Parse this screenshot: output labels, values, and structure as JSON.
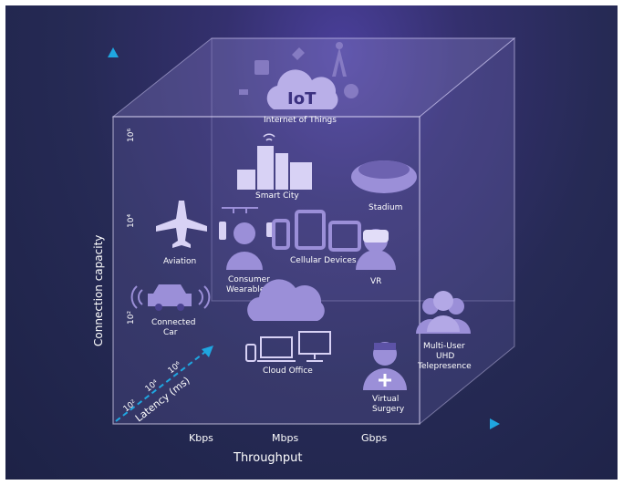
{
  "title": {
    "badge": "IoT",
    "subtitle": "Internet of  Things"
  },
  "axes": {
    "y_label": "Connection capacity",
    "y_ticks": [
      "10⁶",
      "10⁴",
      "10²"
    ],
    "x_label": "Throughput",
    "x_ticks": [
      "Kbps",
      "Mbps",
      "Gbps"
    ],
    "z_label": "Latency (ms)",
    "z_ticks": [
      "10²",
      "10⁴",
      "10⁶"
    ]
  },
  "items": {
    "smart_city": "Smart City",
    "stadium": "Stadium",
    "aviation": "Aviation",
    "consumer_wearables": [
      "Consumer",
      "Wearables"
    ],
    "cellular_devices": "Cellular Devices",
    "vr": "VR",
    "connected_car": [
      "Connected",
      "Car"
    ],
    "cloud_office": "Cloud Office",
    "virtual_surgery": [
      "Virtual",
      "Surgery"
    ],
    "telepresence": [
      "Multi-User",
      "UHD",
      "Telepresence"
    ]
  },
  "colors": {
    "accent": "#1fa6e0",
    "icon_fill": "#9b8fd8",
    "icon_light": "#c7bff0"
  }
}
